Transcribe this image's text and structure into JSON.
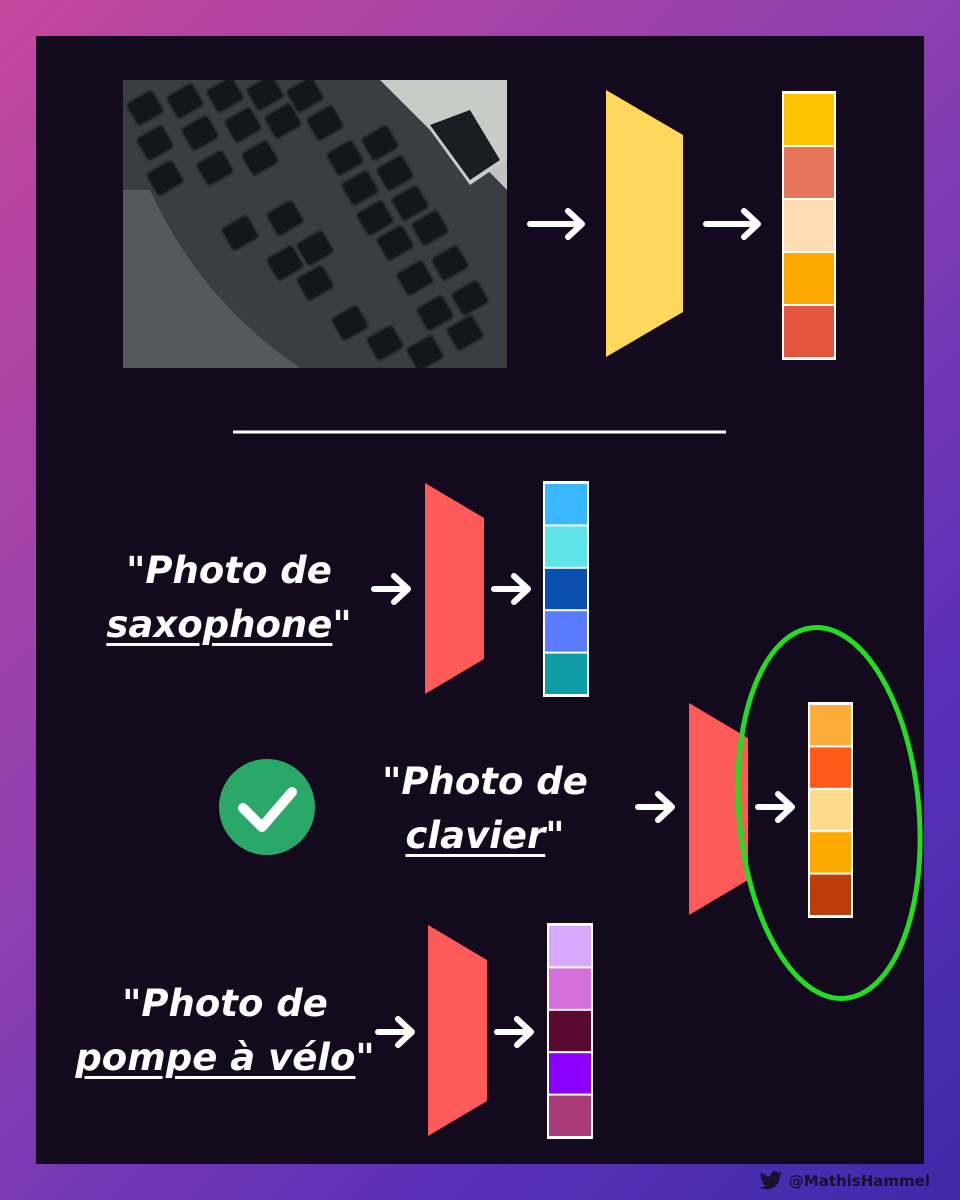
{
  "colors": {
    "image_encoder": "#ffd75a",
    "text_encoder": "#ff5a5a",
    "arrow": "#ffffff",
    "highlight": "#22dd22",
    "check": "#2aa86a"
  },
  "image_embedding": [
    "#ffc400",
    "#e8765a",
    "#ffdcb4",
    "#ffaa00",
    "#e3553c"
  ],
  "prompts": [
    {
      "line1": "\"Photo de",
      "word": "saxophone",
      "tail": "\"",
      "embedding": [
        "#3ab8ff",
        "#5ee3e8",
        "#0a4eae",
        "#5a7bff",
        "#109ca4"
      ],
      "selected": false
    },
    {
      "line1": "\"Photo de",
      "word": "clavier",
      "tail": "\"",
      "embedding": [
        "#ffad3a",
        "#ff5a1a",
        "#ffd98c",
        "#ffaa00",
        "#bb3f0a"
      ],
      "selected": true
    },
    {
      "line1": "\"Photo de",
      "word": "pompe à vélo",
      "tail": "\"",
      "embedding": [
        "#d8a8ff",
        "#d46ed8",
        "#5a0a30",
        "#8a00ff",
        "#a83a78"
      ],
      "selected": false
    }
  ],
  "credit": {
    "icon": "twitter-bird-icon",
    "handle": "@MathisHammel"
  }
}
